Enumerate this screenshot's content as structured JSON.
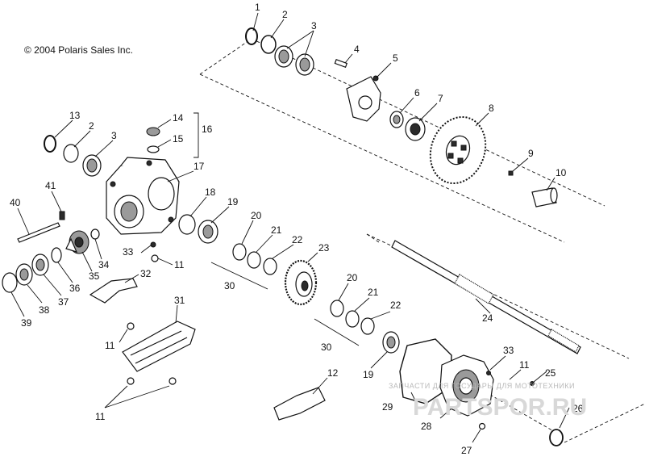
{
  "copyright": "© 2004 Polaris Sales Inc.",
  "callouts": [
    "1",
    "2",
    "3",
    "4",
    "5",
    "6",
    "7",
    "8",
    "9",
    "10",
    "13",
    "2",
    "3",
    "14",
    "15",
    "16",
    "17",
    "41",
    "40",
    "18",
    "19",
    "20",
    "21",
    "22",
    "33",
    "11",
    "30",
    "34",
    "35",
    "36",
    "37",
    "38",
    "39",
    "32",
    "23",
    "20",
    "21",
    "22",
    "30",
    "31",
    "11",
    "11",
    "24",
    "19",
    "12",
    "33",
    "11",
    "25",
    "29",
    "26",
    "28",
    "27"
  ],
  "watermark": {
    "text": "ЗАПЧАСТИ ДЛЯ ГОСУДАРЫ ДЛЯ МОТОТЕХНИКИ",
    "logo": "PARTSPOR.RU"
  }
}
